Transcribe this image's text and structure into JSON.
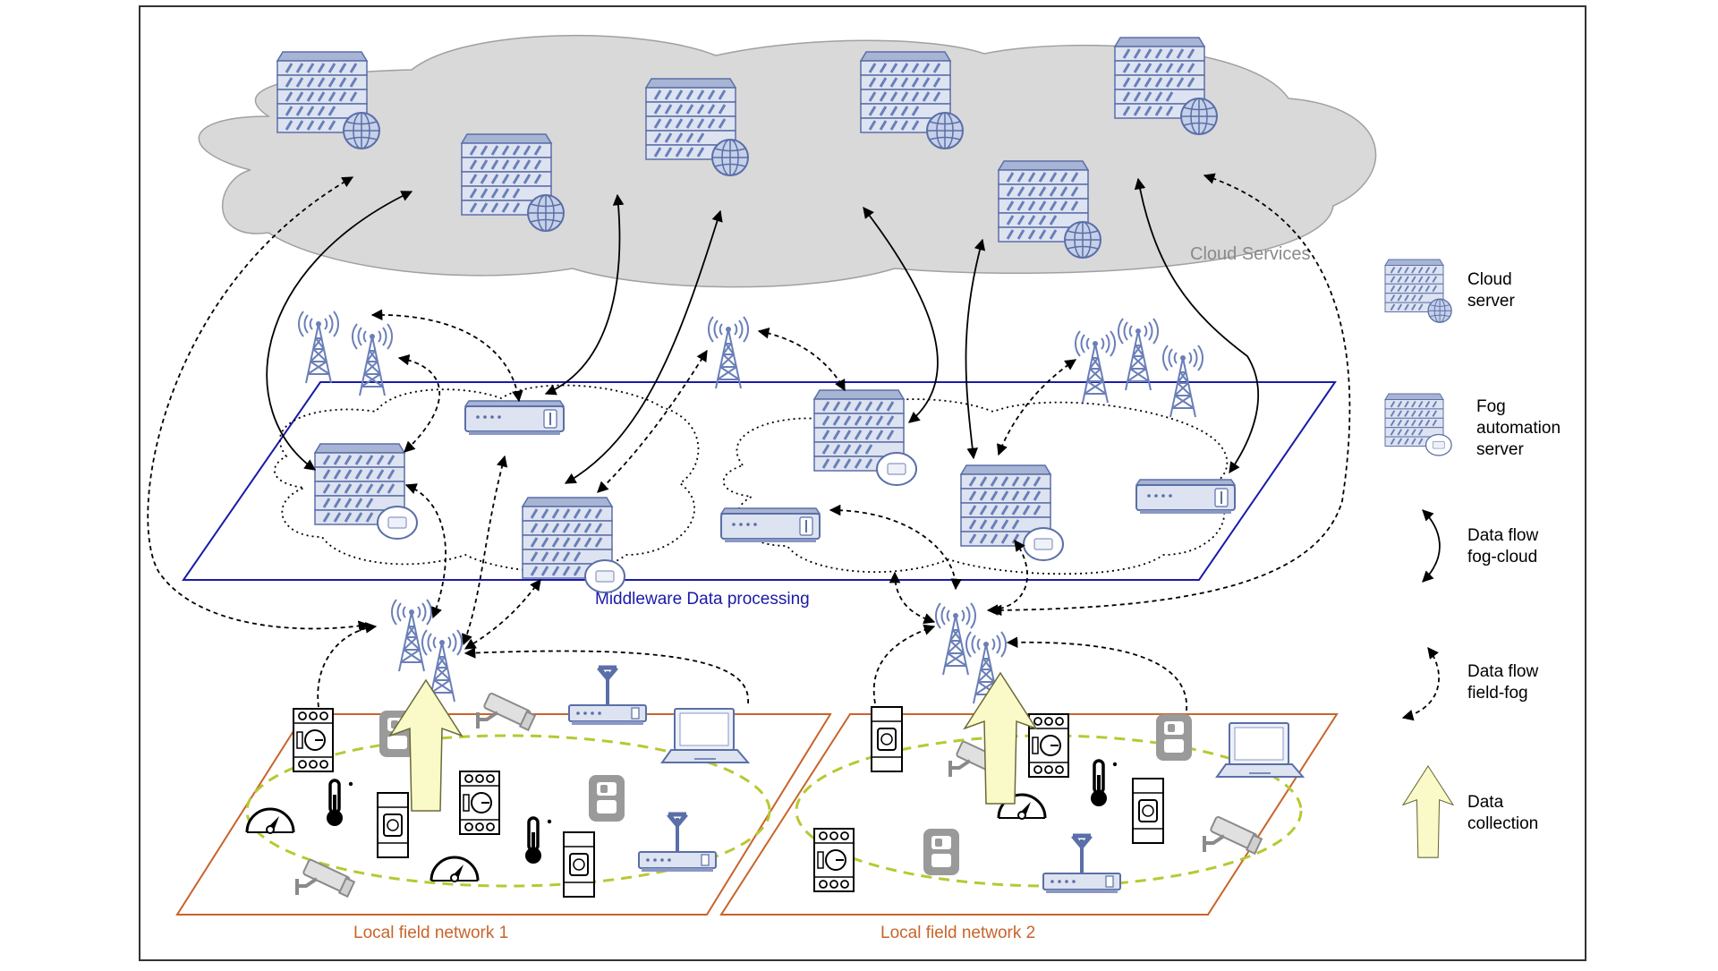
{
  "labels": {
    "cloud_services": "Cloud Services",
    "middleware": "Middleware Data processing",
    "local_network_1": "Local field network 1",
    "local_network_2": "Local field network 2"
  },
  "legend": {
    "cloud_server": [
      "Cloud",
      "server"
    ],
    "fog_server": [
      "Fog",
      "automation",
      "server"
    ],
    "fog_cloud_flow": [
      "Data flow",
      "fog-cloud"
    ],
    "field_fog_flow": [
      "Data flow",
      "field-fog"
    ],
    "data_collection": [
      "Data",
      "collection"
    ]
  },
  "colors": {
    "cloud_fill": "#d9d9d9",
    "server_blue": "#5a6fa8",
    "middleware_blue": "#1a1aa8",
    "field_orange": "#c8642a",
    "collection_yellow": "#fafac8",
    "ellipse_green": "#b8c832",
    "device_gray": "#999999",
    "label_gray": "#8a8a8a"
  },
  "icons": [
    "cloud-server-icon",
    "fog-server-icon",
    "gateway-icon",
    "antenna-tower-icon",
    "camera-icon",
    "router-icon",
    "laptop-icon",
    "thermometer-icon",
    "gauge-icon",
    "switch-icon",
    "meter-icon",
    "timer-relay-icon"
  ]
}
